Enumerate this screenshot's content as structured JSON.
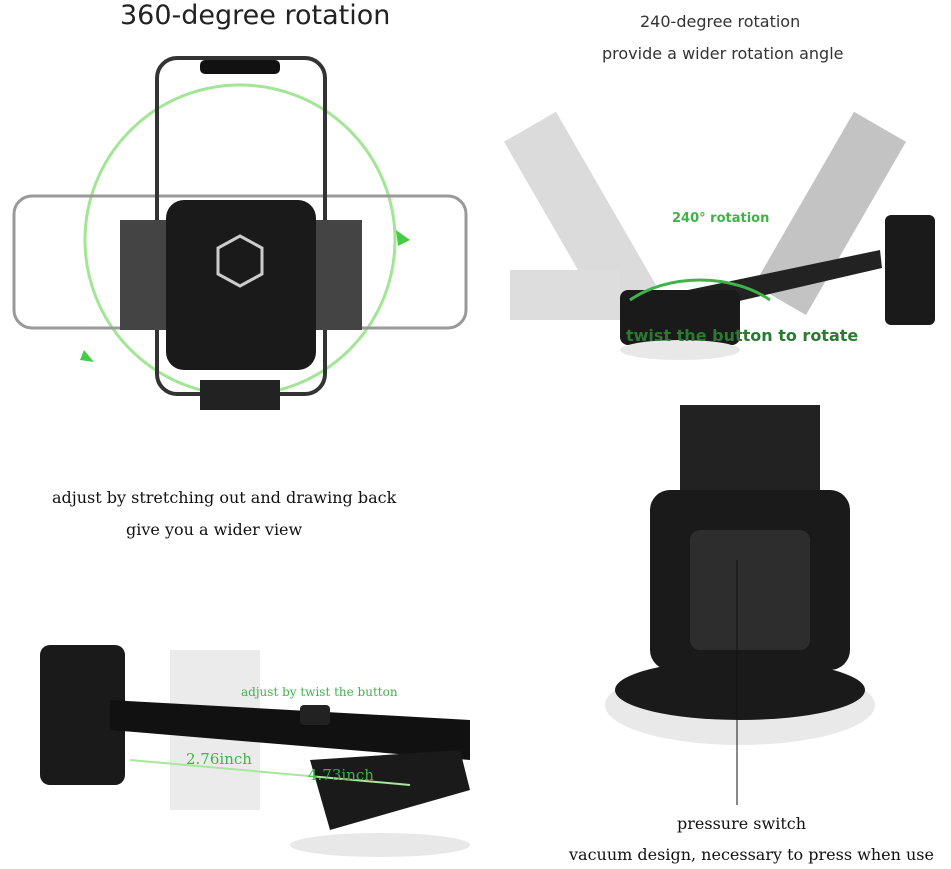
{
  "panel_360": {
    "title": "360-degree rotation"
  },
  "panel_240": {
    "title": "240-degree rotation",
    "subtitle": "provide a wider rotation angle",
    "angle_label": "240° rotation",
    "twist_label": "twist the button to rotate"
  },
  "panel_extend": {
    "line1": "adjust by stretching out and drawing back",
    "line2": "give you a wider view",
    "twist_label": "adjust by twist the button",
    "length_short": "2.76inch",
    "length_long": "4.73inch"
  },
  "panel_suction": {
    "label": "pressure switch",
    "caption": "vacuum design, necessary to press when use"
  },
  "colors": {
    "accent_green": "#3fb34a",
    "product_black": "#1a1a1a"
  }
}
